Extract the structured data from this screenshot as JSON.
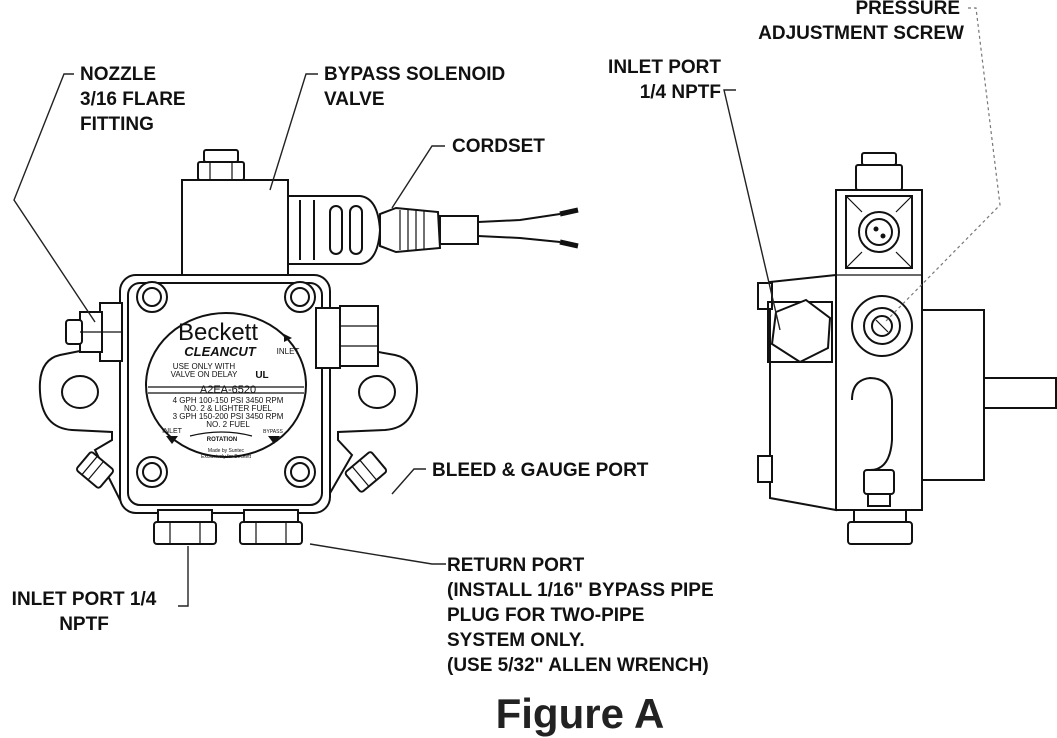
{
  "labels": {
    "nozzle": [
      "NOZZLE",
      "3/16 FLARE",
      "FITTING"
    ],
    "bypass_solenoid": [
      "BYPASS SOLENOID",
      "VALVE"
    ],
    "cordset": "CORDSET",
    "inlet_port_right": [
      "INLET PORT",
      "1/4 NPTF"
    ],
    "pressure_adjustment": [
      "PRESSURE",
      "ADJUSTMENT SCREW"
    ],
    "bleed_gauge": "BLEED & GAUGE PORT",
    "return_port": [
      "RETURN PORT",
      "(INSTALL 1/16\" BYPASS PIPE",
      "PLUG FOR TWO-PIPE",
      "SYSTEM ONLY.",
      "(USE 5/32\" ALLEN WRENCH)"
    ],
    "inlet_port_left": [
      "INLET PORT 1/4",
      "NPTF"
    ]
  },
  "nameplate": {
    "brand": "Beckett",
    "product": "CLEANCUT",
    "inlet": "INLET",
    "use_only": [
      "USE ONLY WITH",
      "VALVE ON DELAY"
    ],
    "model": "A2EA-6520",
    "spec_lines": [
      "4 GPH  100-150 PSI  3450 RPM",
      "NO. 2 & LIGHTER FUEL",
      "3 GPH  150-200 PSI  3450 RPM",
      "NO. 2 FUEL"
    ],
    "rotation": "ROTATION",
    "inlet_small": "INLET",
    "bypass_small": "BYPASS",
    "made_by": [
      "Made by Suntec",
      "Exclusively for Beckett"
    ]
  },
  "figure_caption": "Figure A"
}
